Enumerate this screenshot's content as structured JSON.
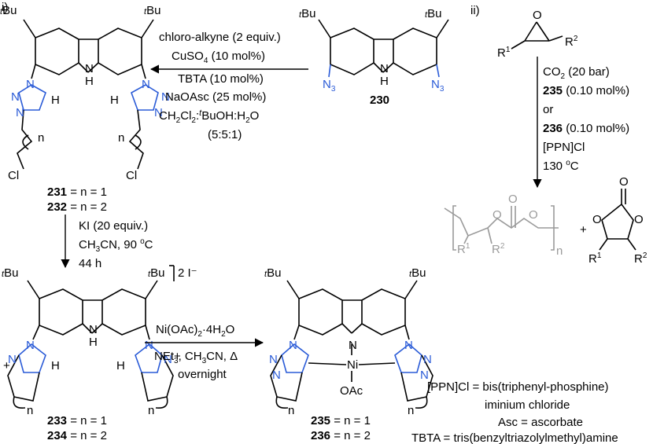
{
  "panels": {
    "left": "i)",
    "right": "ii)"
  },
  "tbu": "tBu",
  "labels": {
    "n": "N",
    "h": "H",
    "nh": "N\nH",
    "cl": "Cl",
    "ni": "Ni",
    "oac": "OAc",
    "n_sub": "n",
    "iodide": "2 I⁻"
  },
  "azide": "N",
  "azide_sub": "3",
  "compounds": {
    "c230": "230",
    "c231": "231",
    "c231_rest": " = n = 1",
    "c232": "232",
    "c232_rest": " = n = 2",
    "c233": "233",
    "c233_rest": " = n = 1",
    "c234": "234",
    "c234_rest": " = n = 2",
    "c235": "235",
    "c235_rest": " = n = 1",
    "c236": "236",
    "c236_rest": " = n = 2"
  },
  "step1": [
    "chloro-alkyne (2 equiv.)",
    "CuSO",
    "(10 mol%)",
    "TBTA (10 mol%)",
    "NaOAsc (25 mol%)",
    "CH",
    "Cl",
    ":",
    "BuOH:H",
    "O",
    "(5:5:1)"
  ],
  "step2": [
    "KI (20 equiv.)",
    "CH",
    "CN, 90 ",
    "C",
    "44 h"
  ],
  "step3": [
    "Ni(OAc)",
    "·4H",
    "O",
    "NEt",
    ", CH",
    "CN, Δ",
    "overnight"
  ],
  "step4": [
    "CO",
    " (20 bar)",
    "235",
    " (0.10 mol%)",
    "or",
    "236",
    " (0.10 mol%)",
    "[PPN]Cl",
    "130 ",
    "C"
  ],
  "epoxide": {
    "r1": "R",
    "r2": "R",
    "o": "O"
  },
  "products": {
    "plus": "+",
    "o": "O"
  },
  "footnotes": [
    "[PPN]Cl = bis(triphenyl-phosphine)",
    "iminium chloride",
    "Asc = ascorbate",
    "TBTA = tris(benzyltriazolylmethyl)amine"
  ],
  "colors": {
    "blue": "#2a5bd7",
    "grey": "#9a9a9a"
  }
}
